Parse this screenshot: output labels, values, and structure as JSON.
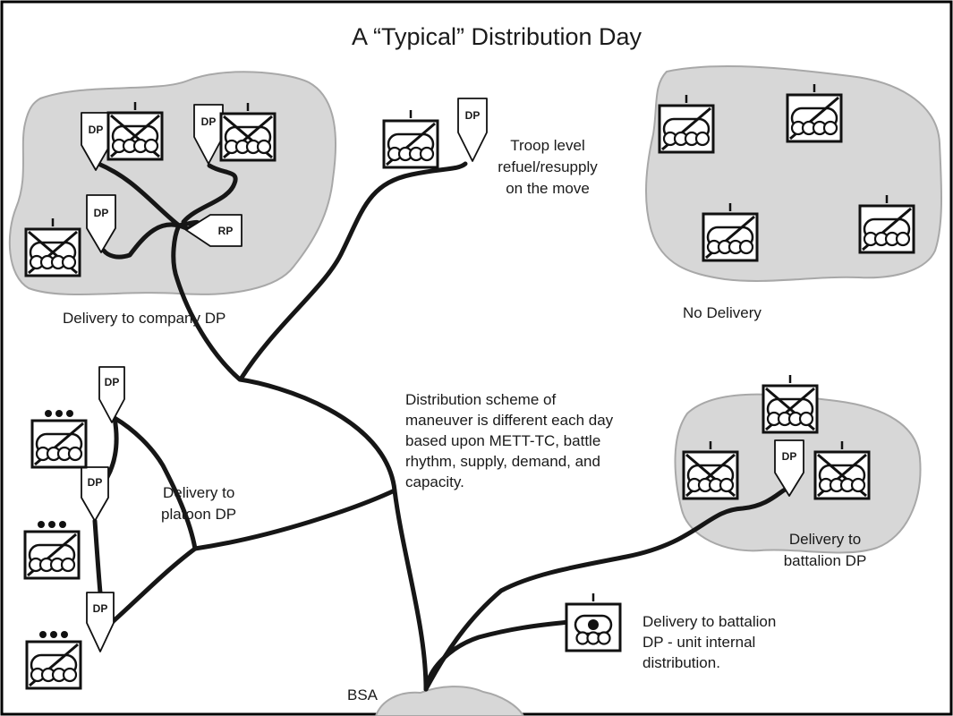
{
  "title": "A “Typical” Distribution Day",
  "labels": {
    "company": "Delivery to company DP",
    "no_delivery": "No Delivery",
    "troop": [
      "Troop level",
      "refuel/resupply",
      "on the move"
    ],
    "scheme": [
      "Distribution scheme of",
      "maneuver is different each day",
      "based upon METT-TC, battle",
      "rhythm, supply, demand, and",
      "capacity."
    ],
    "platoon": [
      "Delivery to",
      "platoon DP"
    ],
    "battalion": [
      "Delivery to",
      "battalion DP"
    ],
    "battalion_internal": [
      "Delivery to battalion",
      "DP - unit internal",
      "distribution."
    ],
    "bsa": "BSA"
  },
  "markers": {
    "dp": "DP",
    "rp": "RP"
  },
  "icons": {
    "armor_unit": "armor-unit-icon",
    "mech_infantry_unit": "mech-infantry-unit-icon",
    "support_unit": "support-unit-icon",
    "dp_marker": "distribution-point-flag",
    "rp_marker": "release-point-flag"
  },
  "colors": {
    "route": "#161616",
    "area_fill": "#d7d7d7",
    "area_stroke": "#a8a8a8",
    "frame": "#000000",
    "background": "#ffffff"
  }
}
